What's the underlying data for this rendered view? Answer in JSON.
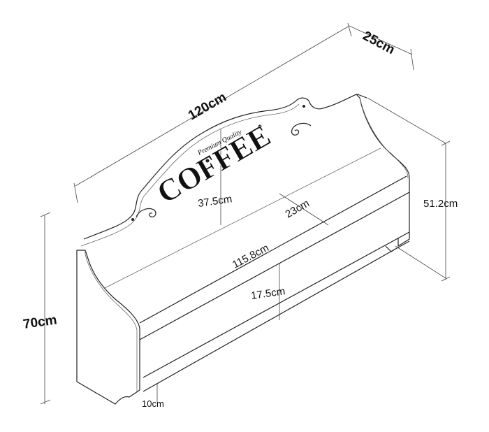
{
  "dimensions": {
    "depth": "25cm",
    "width": "120cm",
    "height": "70cm",
    "back_height": "51.2cm",
    "arch_height": "37.5cm",
    "shelf_depth": "23cm",
    "shelf_width": "115.8cm",
    "shelf_gap": "17.5cm",
    "foot_height": "10cm"
  },
  "sign": {
    "tagline": "Premium Quality",
    "word": "COFFEE"
  }
}
